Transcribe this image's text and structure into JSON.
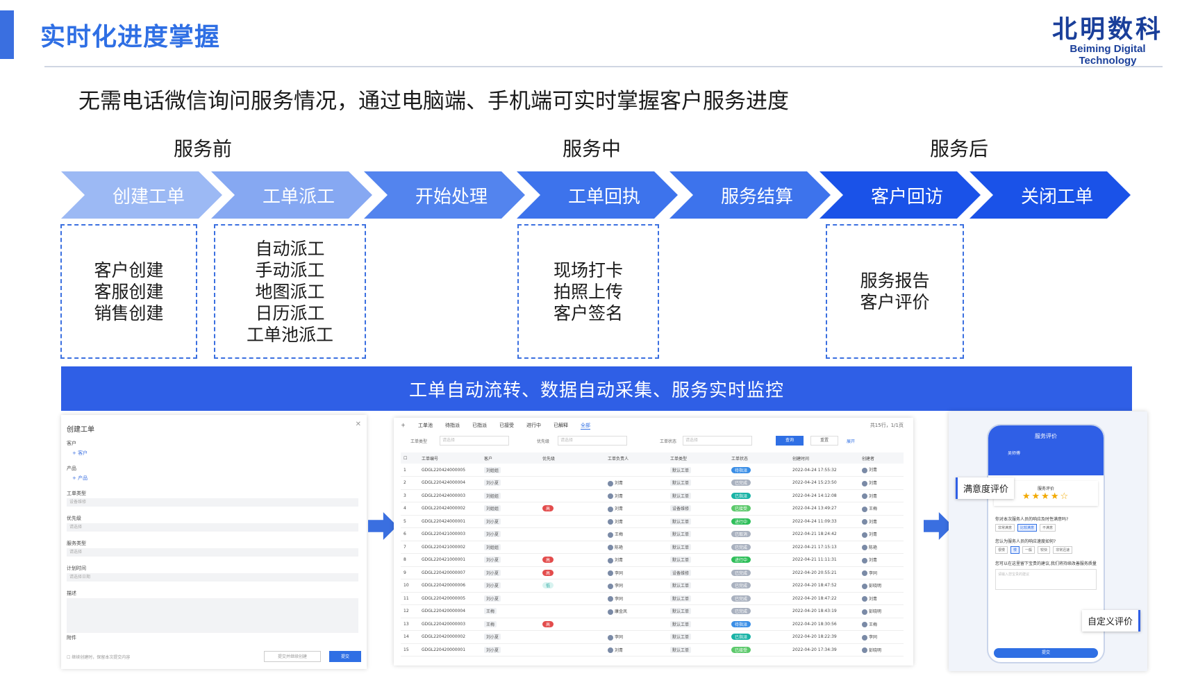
{
  "header": {
    "title": "实时化进度掌握",
    "logo_cn": "北明数科",
    "logo_en": "Beiming Digital Technology"
  },
  "subtitle": "无需电话微信询问服务情况，通过电脑端、手机端可实时掌握客户服务进度",
  "phases": [
    "服务前",
    "服务中",
    "服务后"
  ],
  "steps": [
    {
      "label": "创建工单",
      "color": "#9cb9f4"
    },
    {
      "label": "工单派工",
      "color": "#86a8f2"
    },
    {
      "label": "开始处理",
      "color": "#5384ee"
    },
    {
      "label": "工单回执",
      "color": "#3d73ec"
    },
    {
      "label": "服务结算",
      "color": "#3d73ec"
    },
    {
      "label": "客户回访",
      "color": "#1a52e8"
    },
    {
      "label": "关闭工单",
      "color": "#1a52e8"
    }
  ],
  "boxes": [
    {
      "lines": [
        "客户创建",
        "客服创建",
        "销售创建"
      ]
    },
    {
      "lines": [
        "自动派工",
        "手动派工",
        "地图派工",
        "日历派工",
        "工单池派工"
      ]
    },
    {
      "lines": [
        "现场打卡",
        "拍照上传",
        "客户签名"
      ]
    },
    {
      "lines": [
        "服务报告",
        "客户评价"
      ]
    }
  ],
  "banner": "工单自动流转、数据自动采集、服务实时监控",
  "form_panel": {
    "title": "创建工单",
    "fields": [
      {
        "label": "客户",
        "add": "+ 客户"
      },
      {
        "label": "产品",
        "add": "+ 产品"
      },
      {
        "label": "工单类型",
        "value": "设备维修"
      },
      {
        "label": "优先级",
        "value": "请选择"
      },
      {
        "label": "服务类型",
        "value": "请选择"
      },
      {
        "label": "计划时间",
        "value": "请选择日期"
      },
      {
        "label": "描述",
        "value": ""
      },
      {
        "label": "附件",
        "value": ""
      }
    ],
    "footer_note": "继续创建时，保留本次提交内容",
    "btn_secondary": "提交并继续创建",
    "btn_primary": "提交"
  },
  "table_panel": {
    "tabs": [
      "工单池",
      "待指派",
      "已指派",
      "已接受",
      "进行中",
      "已解释",
      "全部"
    ],
    "active_tab": "全部",
    "count": "共15行，1/1页",
    "filters": {
      "type_label": "工单类型",
      "type_ph": "请选择",
      "pri_label": "优先级",
      "pri_ph": "请选择",
      "status_label": "工单状态",
      "status_ph": "请选择",
      "search": "查询",
      "reset": "重置",
      "expand": "展开"
    },
    "columns": [
      "",
      "工单编号",
      "客户",
      "优先级",
      "工单负责人",
      "工单类型",
      "工单状态",
      "创建时间",
      "创建者"
    ],
    "rows": [
      [
        "1",
        "GDGL220424000005",
        "刘姐姐",
        "",
        "",
        "默认工单",
        "待指派",
        "2022-04-24 17:55:32",
        "刘青"
      ],
      [
        "2",
        "GDGL220424000004",
        "刘小夏",
        "",
        "刘青",
        "默认工单",
        "已完成",
        "2022-04-24 15:23:50",
        "刘青"
      ],
      [
        "3",
        "GDGL220424000003",
        "刘姐姐",
        "",
        "刘青",
        "默认工单",
        "已指派",
        "2022-04-24 14:12:08",
        "刘青"
      ],
      [
        "4",
        "GDGL220424000002",
        "刘姐姐",
        "高",
        "刘青",
        "设备维修",
        "已接受",
        "2022-04-24 13:49:27",
        "王梅"
      ],
      [
        "5",
        "GDGL220424000001",
        "刘小夏",
        "",
        "刘青",
        "默认工单",
        "进行中",
        "2022-04-24 11:09:33",
        "刘青"
      ],
      [
        "6",
        "GDGL220421000003",
        "刘小夏",
        "",
        "王梅",
        "默认工单",
        "已取消",
        "2022-04-21 18:24:42",
        "刘青"
      ],
      [
        "7",
        "GDGL220421000002",
        "刘姐姐",
        "",
        "陈艳",
        "默认工单",
        "已完成",
        "2022-04-21 17:15:13",
        "陈艳"
      ],
      [
        "8",
        "GDGL220421000001",
        "刘小夏",
        "高",
        "刘青",
        "默认工单",
        "进行中",
        "2022-04-21 11:11:31",
        "刘青"
      ],
      [
        "9",
        "GDGL220420000007",
        "刘小夏",
        "高",
        "李同",
        "设备维修",
        "已完成",
        "2022-04-20 20:55:21",
        "李同"
      ],
      [
        "10",
        "GDGL220420000006",
        "刘小夏",
        "低",
        "李同",
        "默认工单",
        "已完成",
        "2022-04-20 18:47:52",
        "彭晓明"
      ],
      [
        "11",
        "GDGL220420000005",
        "刘小夏",
        "",
        "李同",
        "默认工单",
        "已完成",
        "2022-04-20 18:47:22",
        "刘青"
      ],
      [
        "12",
        "GDGL220420000004",
        "王梅",
        "",
        "康金凤",
        "默认工单",
        "已完成",
        "2022-04-20 18:43:19",
        "彭晓明"
      ],
      [
        "13",
        "GDGL220420000003",
        "王梅",
        "高",
        "",
        "默认工单",
        "待指派",
        "2022-04-20 18:30:56",
        "王梅"
      ],
      [
        "14",
        "GDGL220420000002",
        "刘小夏",
        "",
        "李同",
        "默认工单",
        "已指派",
        "2022-04-20 18:22:39",
        "李同"
      ],
      [
        "15",
        "GDGL220420000001",
        "刘小夏",
        "",
        "刘青",
        "默认工单",
        "已接受",
        "2022-04-20 17:34:39",
        "彭晓明"
      ]
    ],
    "status_colors": {
      "待指派": "#3a8ee6",
      "已完成": "#a9b1bf",
      "已指派": "#19b3a6",
      "已接受": "#5cc96b",
      "进行中": "#2fbf5a",
      "已取消": "#a9b1bf"
    }
  },
  "phone_panel": {
    "title": "服务评价",
    "engineer": "吴师傅",
    "rating_title": "服务评价",
    "stars": "★★★★☆",
    "q1": "你对本次服务人员的响应及时性满意吗?",
    "q1_opts": [
      "非常满意",
      "比较满意",
      "不满意"
    ],
    "q1_sel": "比较满意",
    "q2": "您认为服务人员的响应速度如何?",
    "q2_opts": [
      "很慢",
      "慢",
      "一般",
      "较快",
      "非常迅速"
    ],
    "q2_sel": "慢",
    "q3": "您可以在这里留下宝贵的建议,我们将持续改善服务质量",
    "q3_ph": "请输入您宝贵的建议",
    "submit": "提交",
    "callout_satisfaction": "满意度评价",
    "callout_custom": "自定义评价"
  }
}
